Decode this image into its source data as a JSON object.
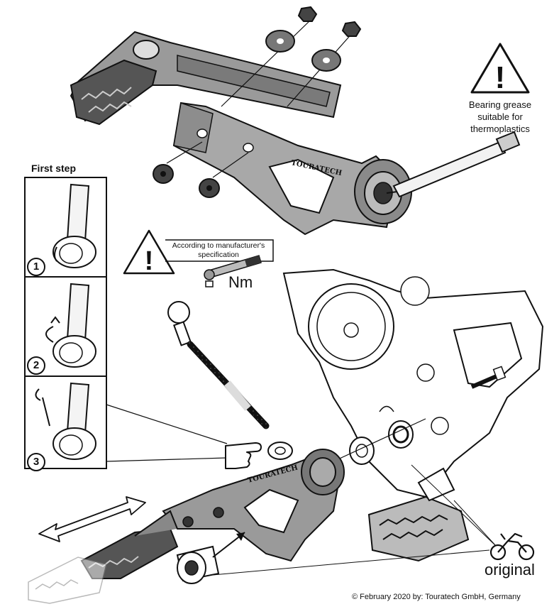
{
  "labels": {
    "first_step": "First step",
    "grease_note": "Bearing grease suitable for thermoplastics",
    "torque_note": "According to manufacturer's specification",
    "torque_unit": "Nm",
    "original": "original",
    "copyright": "© February 2020 by: Touratech GmbH, Germany"
  },
  "steps": [
    "1",
    "2",
    "3"
  ],
  "brand_marks": [
    "TOURATECH",
    "TOURATECH"
  ],
  "warning_marks": [
    "!",
    "!"
  ],
  "icons": [
    "warning-triangle-icon",
    "torque-wrench-icon",
    "pointing-hand-icon",
    "motorcycle-icon",
    "grease-tube-icon"
  ]
}
